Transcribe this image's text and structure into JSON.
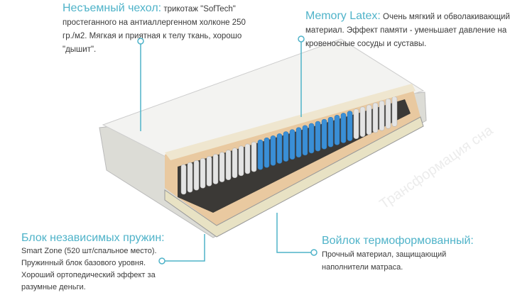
{
  "watermark": "Трансформация сна",
  "callouts": {
    "cover": {
      "title": "Несъемный чехол:",
      "text": "трикотаж \"SofTech\" простеганного на антиаллергенном холконе 250 гр./м2. Мягкая и приятная к телу ткань, хорошо \"дышит\"."
    },
    "latex": {
      "title": "Memory Latex:",
      "text": "Очень мягкий и обволакивающий материал. Эффект памяти - уменьшает давление на кровеносные сосуды и суставы."
    },
    "springs": {
      "title": "Блок независимых пружин:",
      "text": "Smart Zone (520 шт/спальное место). Пружинный блок базового уровня. Хороший ортопедический эффект за разумные деньги."
    },
    "felt": {
      "title": "Войлок термоформованный:",
      "text": "Прочный материал, защищающий наполнители матраса."
    }
  },
  "colors": {
    "accent": "#4fb3c9",
    "spring_blue": "#3a8fd6",
    "foam": "#e9c9a0",
    "felt": "#3b3936"
  }
}
